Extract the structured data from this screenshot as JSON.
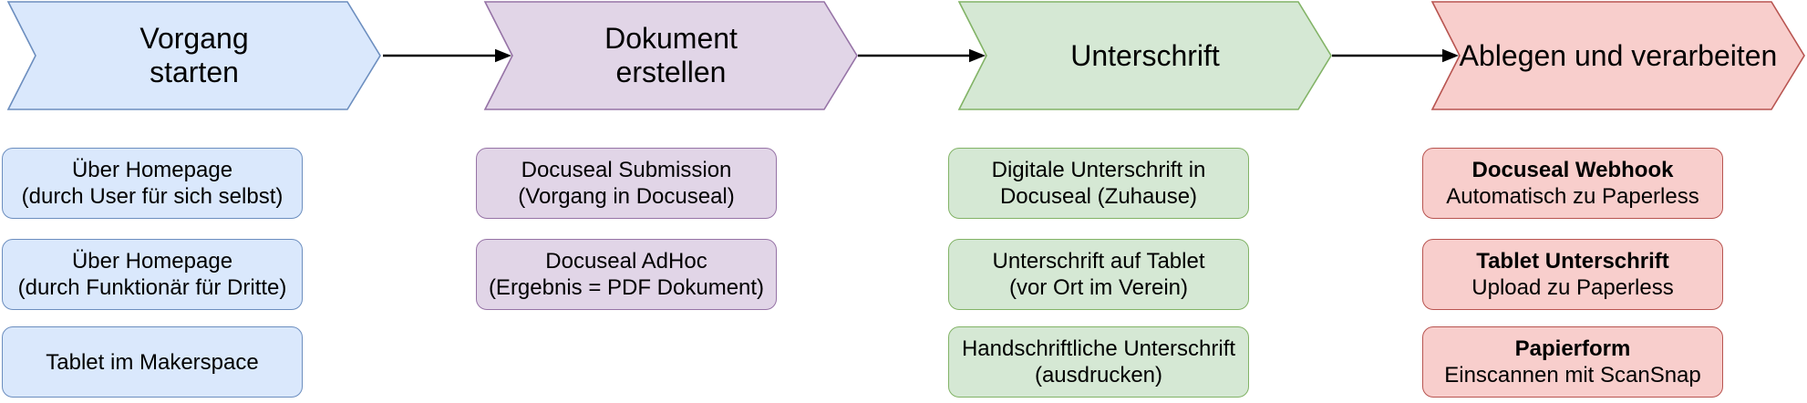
{
  "diagram": {
    "type": "process-flowchart",
    "arrow_color": "#000000",
    "text_color": "#000000",
    "columns": [
      {
        "id": "vorgang-starten",
        "title": "Vorgang\nstarten",
        "colors": {
          "fill": "#dae8fc",
          "stroke": "#6c8ebf"
        },
        "items": [
          {
            "label": "Über Homepage\n(durch User für sich selbst)"
          },
          {
            "label": "Über Homepage\n(durch Funktionär für Dritte)"
          },
          {
            "label": "Tablet im Makerspace"
          }
        ]
      },
      {
        "id": "dokument-erstellen",
        "title": "Dokument\nerstellen",
        "colors": {
          "fill": "#e1d5e7",
          "stroke": "#9673a6"
        },
        "items": [
          {
            "label": "Docuseal Submission\n(Vorgang in Docuseal)"
          },
          {
            "label": "Docuseal AdHoc\n(Ergebnis = PDF Dokument)"
          }
        ]
      },
      {
        "id": "unterschrift",
        "title": "Unterschrift",
        "colors": {
          "fill": "#d5e8d4",
          "stroke": "#82b366"
        },
        "items": [
          {
            "label": "Digitale Unterschrift in\nDocuseal (Zuhause)"
          },
          {
            "label": "Unterschrift auf Tablet\n(vor Ort im Verein)"
          },
          {
            "label": "Handschriftliche Unterschrift\n(ausdrucken)"
          }
        ]
      },
      {
        "id": "ablegen-und-verarbeiten",
        "title": "Ablegen und verarbeiten",
        "colors": {
          "fill": "#f8cecc",
          "stroke": "#b85450"
        },
        "items": [
          {
            "title": "Docuseal Webhook",
            "subtitle": "Automatisch zu Paperless"
          },
          {
            "title": "Tablet Unterschrift",
            "subtitle": "Upload zu Paperless"
          },
          {
            "title": "Papierform",
            "subtitle": "Einscannen mit ScanSnap"
          }
        ]
      }
    ]
  }
}
